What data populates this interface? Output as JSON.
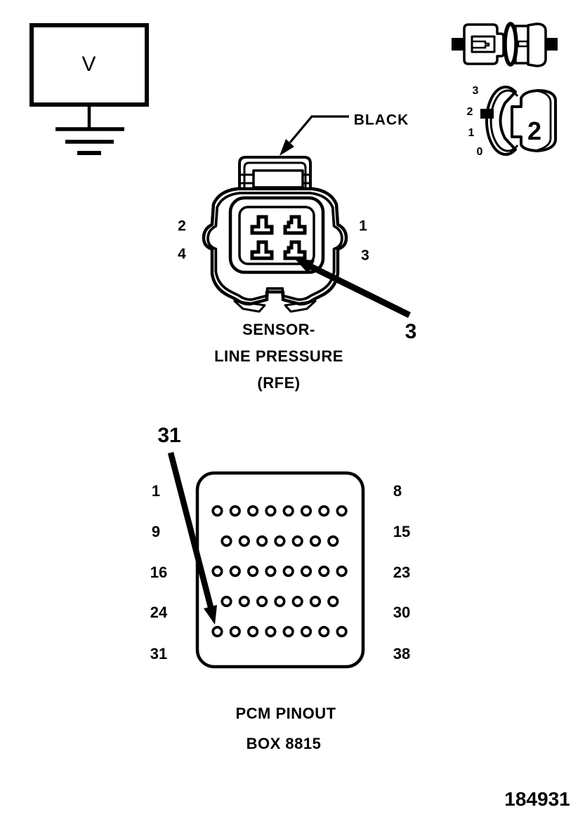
{
  "figure_number": "184931",
  "colors": {
    "ink": "#000000",
    "background": "#ffffff"
  },
  "voltmeter": {
    "label": "V"
  },
  "probe_callout": {
    "wire_color_label": "BLACK",
    "pin_label": "3"
  },
  "meter_dial": {
    "scale_labels": [
      "3",
      "2",
      "1",
      "0"
    ],
    "setting_label": "2"
  },
  "connector": {
    "pin_labels_left": [
      "2",
      "4"
    ],
    "pin_labels_right": [
      "1",
      "3"
    ],
    "caption_lines": [
      "SENSOR-",
      "LINE PRESSURE",
      "(RFE)"
    ]
  },
  "pcm": {
    "callout_pin": "31",
    "rows": [
      {
        "left": "1",
        "right": "8",
        "pins": 8
      },
      {
        "left": "9",
        "right": "15",
        "pins": 7
      },
      {
        "left": "16",
        "right": "23",
        "pins": 8
      },
      {
        "left": "24",
        "right": "30",
        "pins": 7
      },
      {
        "left": "31",
        "right": "38",
        "pins": 8
      }
    ],
    "caption_lines": [
      "PCM PINOUT",
      "BOX 8815"
    ]
  }
}
